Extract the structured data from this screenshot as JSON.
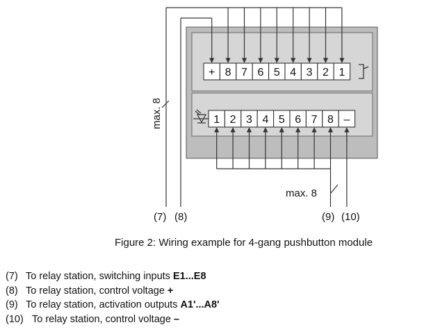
{
  "diagram": {
    "top_terminals": [
      "+",
      "8",
      "7",
      "6",
      "5",
      "4",
      "3",
      "2",
      "1"
    ],
    "bottom_terminals": [
      "1",
      "2",
      "3",
      "4",
      "5",
      "6",
      "7",
      "8",
      "–"
    ],
    "max_label_left": "max. 8",
    "max_label_right": "max. 8",
    "wire_labels": {
      "w7": "(7)",
      "w8": "(8)",
      "w9": "(9)",
      "w10": "(10)"
    },
    "colors": {
      "module_fill": "#bdbdbd",
      "line": "#333333",
      "terminal_fill": "#ffffff"
    }
  },
  "caption": "Figure 2: Wiring example for 4-gang pushbutton module",
  "legend": [
    {
      "num": "(7)",
      "text": "To relay station, switching inputs ",
      "bold": "E1...E8"
    },
    {
      "num": "(8)",
      "text": "To relay station, control voltage ",
      "bold": "+"
    },
    {
      "num": "(9)",
      "text": "To relay station, activation outputs ",
      "bold": "A1'...A8'"
    },
    {
      "num": "(10)",
      "text": "To relay station, control voltage ",
      "bold": "–"
    }
  ]
}
